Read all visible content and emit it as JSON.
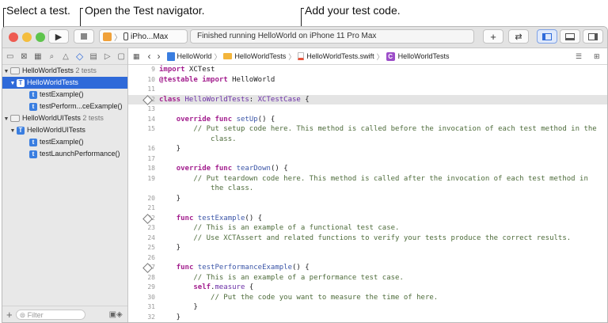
{
  "callouts": [
    "Select a test.",
    "Open the Test navigator.",
    "Add your test code."
  ],
  "toolbar": {
    "scheme_device": "iPho...Max",
    "status": "Finished running HelloWorld on iPhone 11 Pro Max",
    "add_label": "+",
    "swap_label": "⇄"
  },
  "navigator": {
    "filter_placeholder": "Filter",
    "rows": [
      {
        "label": "HelloWorldTests",
        "meta": "2 tests"
      },
      {
        "label": "HelloWorldTests"
      },
      {
        "label": "testExample()"
      },
      {
        "label": "testPerform...ceExample()"
      },
      {
        "label": "HelloWorldUITests",
        "meta": "2 tests"
      },
      {
        "label": "HelloWorldUITests"
      },
      {
        "label": "testExample()"
      },
      {
        "label": "testLaunchPerformance()"
      }
    ]
  },
  "jumpbar": {
    "crumbs": [
      "HelloWorld",
      "HelloWorldTests",
      "HelloWorldTests.swift",
      "HelloWorldTests"
    ]
  },
  "code": {
    "lines": [
      {
        "n": "9",
        "t": "import XCTest"
      },
      {
        "n": "10",
        "t": "@testable import HelloWorld"
      },
      {
        "n": "11",
        "t": ""
      },
      {
        "n": "12",
        "t": "class HelloWorldTests: XCTestCase {"
      },
      {
        "n": "13",
        "t": ""
      },
      {
        "n": "14",
        "t": "    override func setUp() {"
      },
      {
        "n": "15",
        "t": "        // Put setup code here. This method is called before the invocation of each test method in the"
      },
      {
        "n": "",
        "t": "            class."
      },
      {
        "n": "16",
        "t": "    }"
      },
      {
        "n": "17",
        "t": ""
      },
      {
        "n": "18",
        "t": "    override func tearDown() {"
      },
      {
        "n": "19",
        "t": "        // Put teardown code here. This method is called after the invocation of each test method in"
      },
      {
        "n": "",
        "t": "            the class."
      },
      {
        "n": "20",
        "t": "    }"
      },
      {
        "n": "21",
        "t": ""
      },
      {
        "n": "22",
        "t": "    func testExample() {"
      },
      {
        "n": "23",
        "t": "        // This is an example of a functional test case."
      },
      {
        "n": "24",
        "t": "        // Use XCTAssert and related functions to verify your tests produce the correct results."
      },
      {
        "n": "25",
        "t": "    }"
      },
      {
        "n": "26",
        "t": ""
      },
      {
        "n": "27",
        "t": "    func testPerformanceExample() {"
      },
      {
        "n": "28",
        "t": "        // This is an example of a performance test case."
      },
      {
        "n": "29",
        "t": "        self.measure {"
      },
      {
        "n": "30",
        "t": "            // Put the code you want to measure the time of here."
      },
      {
        "n": "31",
        "t": "        }"
      },
      {
        "n": "32",
        "t": "    }"
      }
    ]
  }
}
